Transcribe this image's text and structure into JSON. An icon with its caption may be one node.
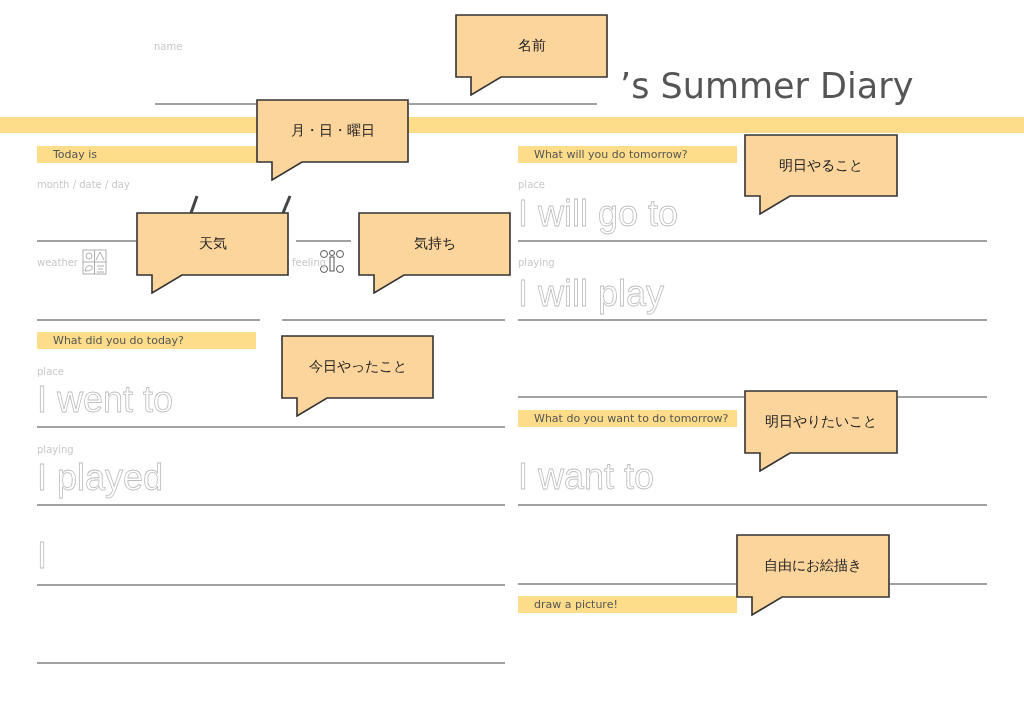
{
  "diagram": {
    "title": "’s Summer Diary",
    "nodes": [
      {
        "text": [
          "名前"
        ]
      },
      {
        "text": [
          "月・日・曜日"
        ]
      },
      {
        "text": [
          "Today is"
        ]
      },
      {
        "text": [
          "What will you do tomorrow?"
        ]
      },
      {
        "text": [
          "明日やること"
        ]
      },
      {
        "text": [
          "天気"
        ]
      },
      {
        "text": [
          "気持ち"
        ]
      },
      {
        "text": [
          "What did you do today?"
        ]
      },
      {
        "text": [
          "今日やったこと"
        ]
      },
      {
        "text": [
          "What do you want to do tomorrow?"
        ]
      },
      {
        "text": [
          "明日やりたいこと"
        ]
      },
      {
        "text": [
          "自由にお絵描き"
        ]
      },
      {
        "text": [
          "draw a picture!"
        ]
      }
    ],
    "labels": [
      "name",
      "month / date / day",
      "weather",
      "feeling",
      "place",
      "I will go to",
      "playing",
      "I will play",
      "place",
      "I went to",
      "playing",
      "I played",
      "I",
      "I want to"
    ]
  }
}
